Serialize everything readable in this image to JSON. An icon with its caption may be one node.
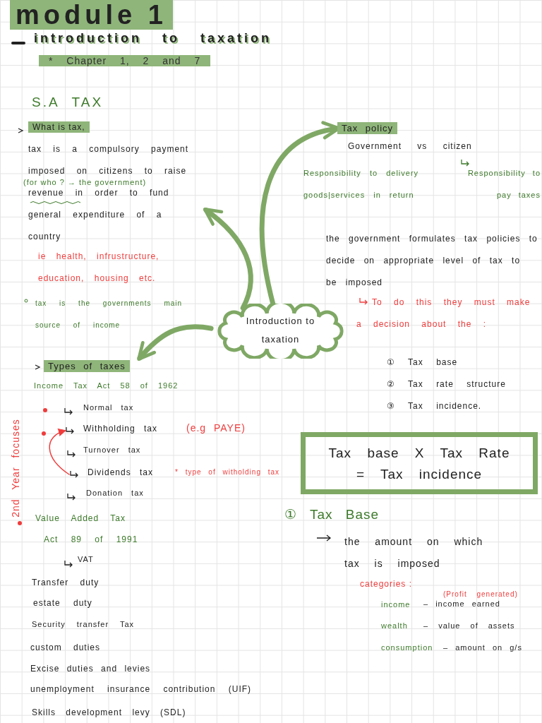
{
  "diagram": {
    "title": "module 1",
    "nodes": [
      {
        "text": [
          "Introduction to taxation"
        ]
      },
      {
        "text": [
          "What is tax,",
          "tax is a compulsory payment imposed on citizens to raise revenue in order to fund general expenditure of a country"
        ]
      },
      {
        "text": [
          "Tax policy"
        ]
      },
      {
        "text": [
          "Types of taxes"
        ]
      },
      {
        "text": [
          "Withholding tax"
        ],
        "beside": [
          "(e.g PAYE)"
        ]
      },
      {
        "text": [
          "Dividends tax"
        ],
        "beside": [
          "* type of witholding tax"
        ]
      },
      {
        "text": [
          "Tax base X Tax Rate",
          "= Tax incidence"
        ]
      }
    ],
    "edges": [
      {
        "from": 0,
        "to": 1,
        "arrow": "to"
      },
      {
        "from": 0,
        "to": 2,
        "arrow": "to"
      },
      {
        "from": 0,
        "to": 3,
        "arrow": "to"
      },
      {
        "from": 5,
        "to": 4,
        "arrow": "to",
        "color": "#f03c3c"
      }
    ],
    "labels": [
      "introduction to taxation",
      "* Chapter 1, 2 and 7",
      "S.A TAX",
      "(for who ? → the government)",
      "ie health, infrustructure, education, housing etc.",
      "tax is the governments main source of income",
      "Government vs citizen",
      "Responsibility to delivery goods|services in return",
      "Responsibility to pay taxes",
      "the government formulates tax policies to decide on appropriate level of tax to be imposed",
      "To do this they must make a decision about the :",
      "① Tax base",
      "② Tax rate structure",
      "③ Tax incidence.",
      "Income Tax Act 58 of 1962",
      "Normal tax",
      "Turnover tax",
      "Donation tax",
      "2nd Year focuses",
      "Value Added Tax",
      "Act 89 of 1991",
      "VAT",
      "Transfer duty",
      "estate duty",
      "Security transfer Tax",
      "custom duties",
      "Excise duties and levies",
      "unemployment insurance contribution (UIF)",
      "Skills development levy (SDL)",
      "① Tax Base",
      "the amount on which tax is imposed",
      "categories :",
      "(Profit generated)",
      "income",
      "– income earned",
      "wealth",
      "– value of assets",
      "consumption",
      "– amount on g/s"
    ]
  }
}
